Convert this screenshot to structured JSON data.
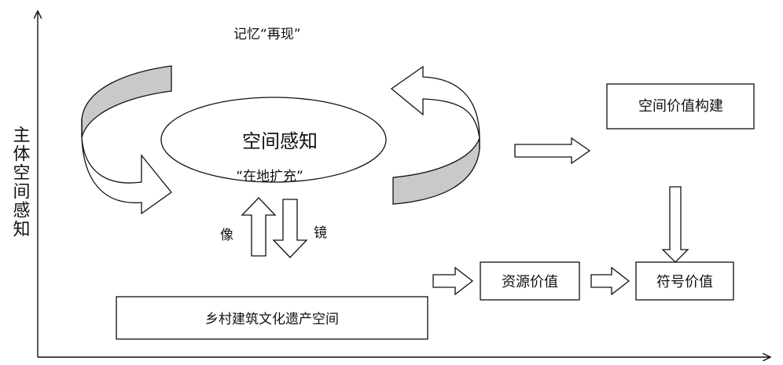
{
  "diagram": {
    "y_axis_label": "主体空间感知",
    "top_label": "记忆“再现”",
    "center_title": "空间感知",
    "center_subtitle": "“在地扩充”",
    "up_arrow_label": "像",
    "down_arrow_label": "镜",
    "boxes": {
      "heritage_space": "乡村建筑文化遗产空间",
      "resource_value": "资源价值",
      "symbol_value": "符号价值",
      "space_value_construction": "空间价值构建"
    },
    "colors": {
      "shade": "#c9c9c9",
      "stroke": "#111111",
      "background": "#ffffff"
    }
  }
}
